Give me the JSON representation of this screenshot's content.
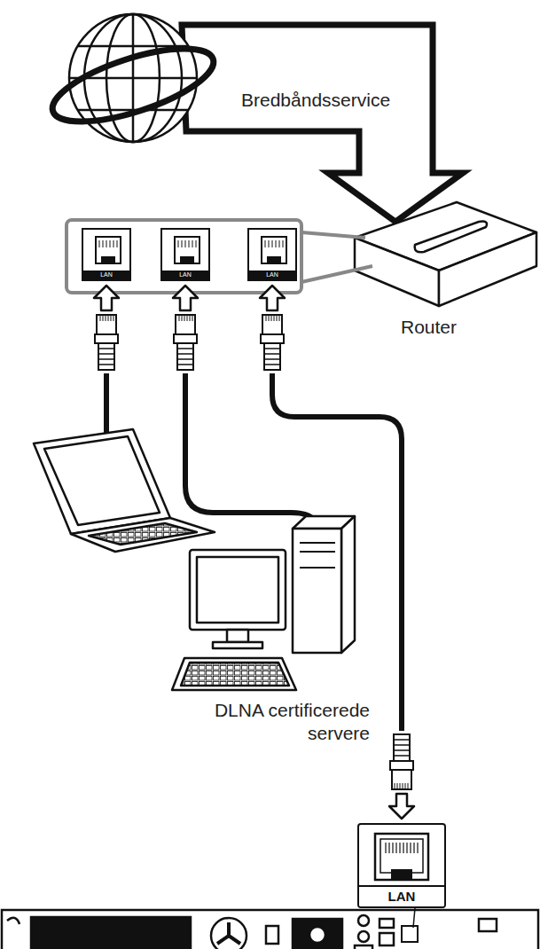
{
  "diagram": {
    "nodes": [
      {
        "text": [
          "LAN"
        ]
      },
      {
        "text": [
          "LAN"
        ]
      },
      {
        "text": [
          "LAN"
        ]
      },
      {
        "text": [
          "LAN"
        ]
      }
    ],
    "edges": [
      {
        "from": 2,
        "to": 3,
        "arrow": "both"
      }
    ],
    "labels": [
      "Bredbåndsservice",
      "Router",
      "DLNA certificerede servere"
    ]
  }
}
